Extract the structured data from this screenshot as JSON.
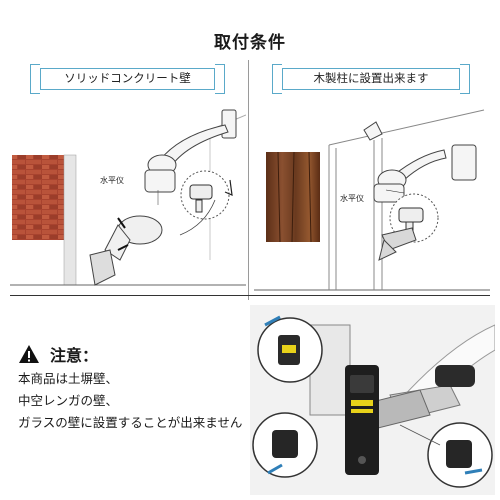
{
  "title": "取付条件",
  "panels": {
    "left_label": "ソリッドコンクリート壁",
    "right_label": "木製柱に設置出来ます"
  },
  "annotations": {
    "level_left": "水平仪",
    "level_right": "水平仪"
  },
  "notice": {
    "icon": "warning-triangle-icon",
    "title": "注意：",
    "lines": [
      "本商品は土塀壁、",
      "中空レンガの壁、",
      "ガラスの壁に設置することが出来ません"
    ]
  },
  "colors": {
    "accent": "#5aa9c9",
    "brick": "#a8432f",
    "wood": "#7a4424",
    "highlight": "#e8d21a"
  }
}
